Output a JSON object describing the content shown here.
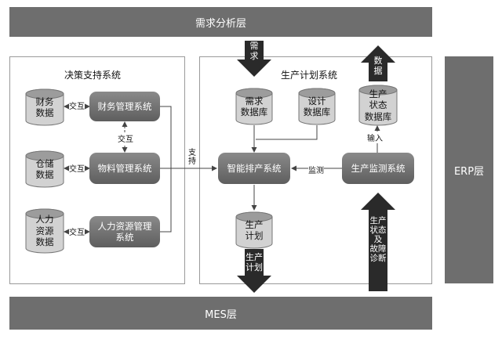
{
  "layers": {
    "top": "需求分析层",
    "bottom": "MES层",
    "right": "ERP层"
  },
  "decision_system": {
    "title": "决策支持系统",
    "databases": [
      {
        "id": "finance-data",
        "label": "财务\n数据"
      },
      {
        "id": "warehouse-data",
        "label": "仓储\n数据"
      },
      {
        "id": "hr-data",
        "label": "人力\n资源\n数据"
      }
    ],
    "systems": [
      {
        "id": "finance-system",
        "label": "财务管理系统"
      },
      {
        "id": "material-system",
        "label": "物料管理系统"
      },
      {
        "id": "hr-system",
        "label": "人力资源管理\n系统"
      }
    ],
    "interact_label": "交互"
  },
  "production_system": {
    "title": "生产计划系统",
    "databases": [
      {
        "id": "demand-db",
        "label": "需求\n数据库"
      },
      {
        "id": "design-db",
        "label": "设计\n数据库"
      },
      {
        "id": "status-db",
        "label": "生产\n状态\n数据库"
      },
      {
        "id": "plan-db",
        "label": "生产\n计划"
      }
    ],
    "scheduling": "智能排产系统",
    "monitoring": "生产监测系统"
  },
  "edge_labels": {
    "support": "支\n持",
    "monitor": "监测",
    "input": "输入",
    "demand_arrow": "需\n求",
    "data_arrow": "数\n据",
    "plan_arrow": "生产\n计划",
    "status_arrow": "生产\n状态\n及\n故障\n诊断"
  }
}
